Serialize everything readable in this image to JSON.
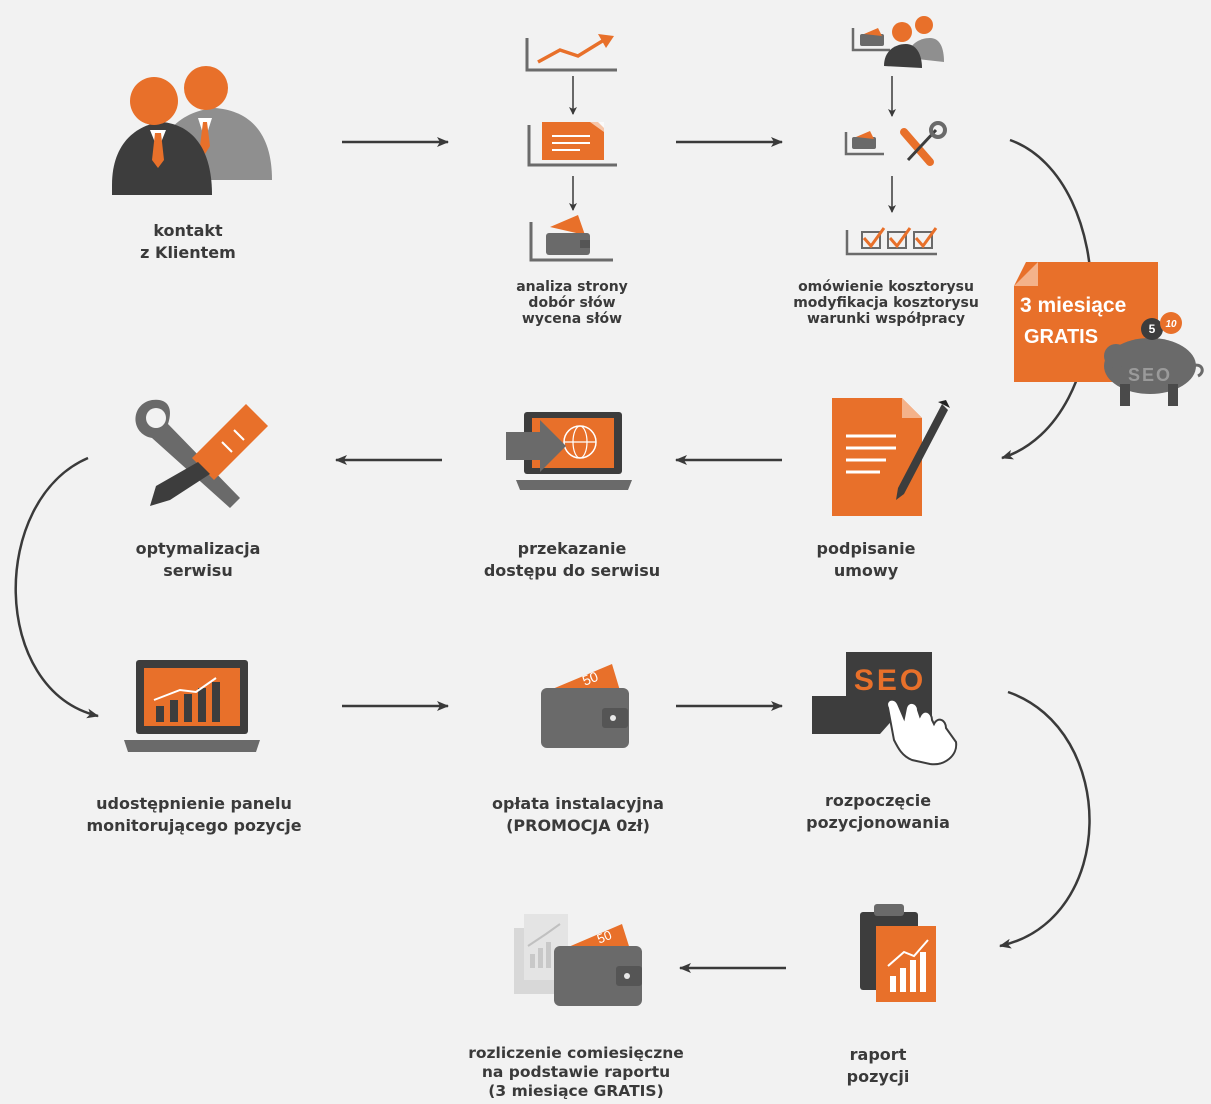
{
  "steps": [
    {
      "label_lines": [
        "kontakt",
        "z Klientem"
      ]
    },
    {
      "label_lines": [
        "analiza strony",
        "dobór słów",
        "wycena słów"
      ]
    },
    {
      "label_lines": [
        "omówienie kosztorysu",
        "modyfikacja kosztorysu",
        "warunki współpracy"
      ]
    },
    {
      "label_lines": [
        "podpisanie",
        "umowy"
      ]
    },
    {
      "label_lines": [
        "przekazanie",
        "dostępu do serwisu"
      ]
    },
    {
      "label_lines": [
        "optymalizacja",
        "serwisu"
      ]
    },
    {
      "label_lines": [
        "udostępnienie panelu",
        "monitorującego pozycje"
      ]
    },
    {
      "label_lines": [
        "opłata instalacyjna",
        "(PROMOCJA 0zł)"
      ]
    },
    {
      "label_lines": [
        "rozpoczęcie",
        "pozycjonowania"
      ]
    },
    {
      "label_lines": [
        "raport",
        "pozycji"
      ]
    },
    {
      "label_lines": [
        "rozliczenie comiesięczne",
        "na podstawie raportu",
        "(3 miesiące GRATIS)"
      ]
    }
  ],
  "badge": {
    "line1": "3 miesiące",
    "line2": "GRATIS",
    "coin_small": "5",
    "coin_large": "10",
    "piggy_text": "SEO"
  },
  "wallet_amount": "50",
  "seo_key_text": "SEO",
  "colors": {
    "accent": "#e8702a",
    "dark": "#3d3d3d",
    "arrow": "#3a3a3a",
    "background": "#f2f2f2"
  },
  "icons": [
    "people-icon",
    "chart-icon",
    "document-icon",
    "wallet-icon",
    "tools-icon",
    "checklist-icon",
    "contract-icon",
    "monitor-transfer-icon",
    "laptop-chart-icon",
    "seo-key-icon",
    "clipboard-report-icon",
    "piggy-bank-icon"
  ]
}
